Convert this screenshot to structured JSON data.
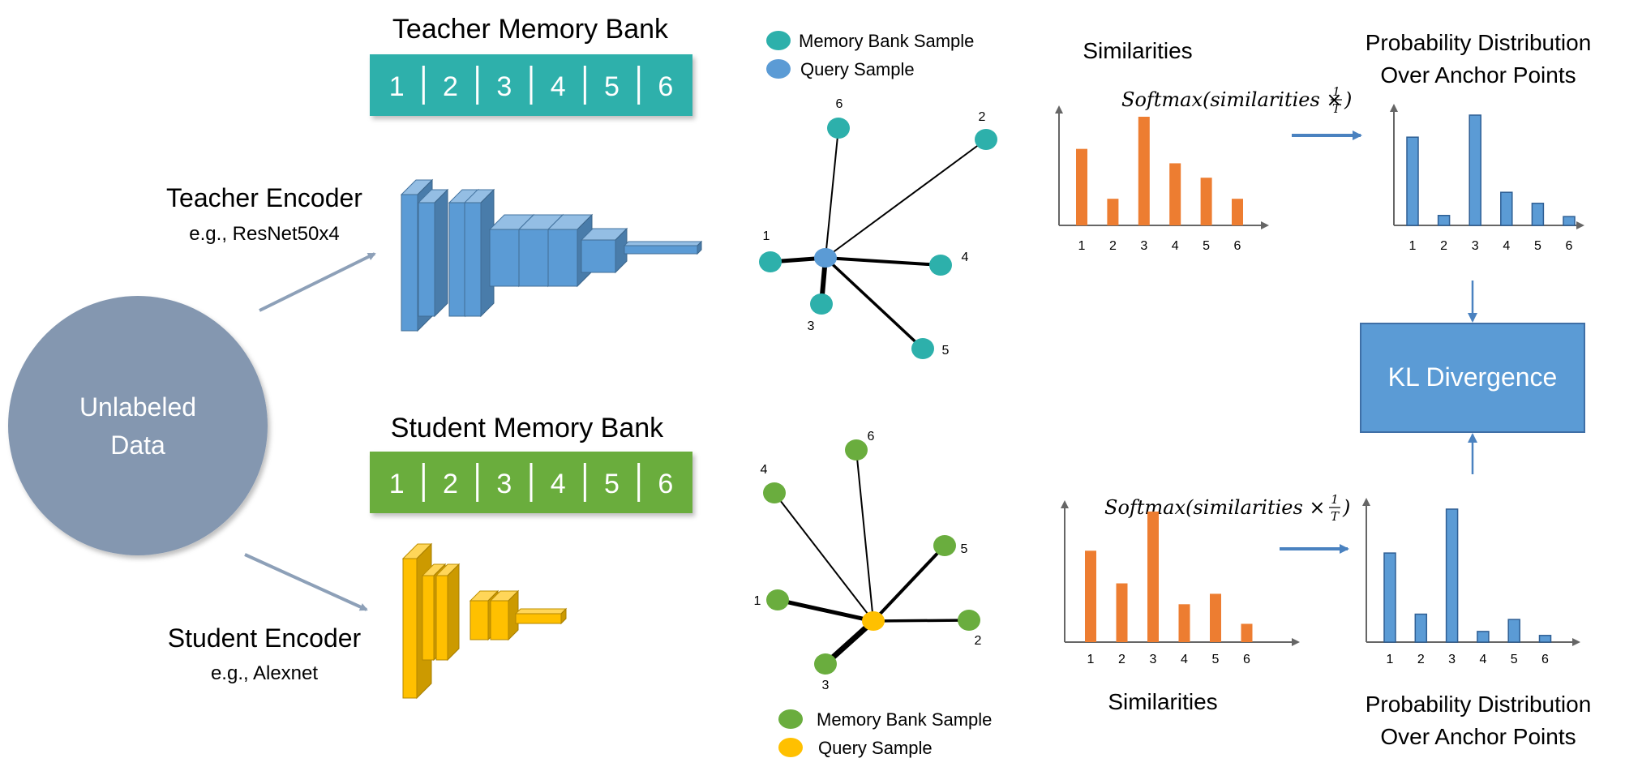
{
  "colors": {
    "teal": "#2db0ab",
    "green": "#6aad3e",
    "blue": "#5b9bd5",
    "orange": "#ed7d31",
    "yellow": "#ffc000",
    "slate": "#8497b0",
    "arrow": "#8da0b8"
  },
  "teacher_bank": {
    "title": "Teacher Memory Bank",
    "cells": [
      "1",
      "2",
      "3",
      "4",
      "5",
      "6"
    ]
  },
  "student_bank": {
    "title": "Student Memory Bank",
    "cells": [
      "1",
      "2",
      "3",
      "4",
      "5",
      "6"
    ]
  },
  "teacher_encoder": {
    "title": "Teacher Encoder",
    "example": "e.g., ResNet50x4"
  },
  "student_encoder": {
    "title": "Student Encoder",
    "example": "e.g., Alexnet"
  },
  "data_node": {
    "line1": "Unlabeled",
    "line2": "Data"
  },
  "teacher_legend": {
    "memory": "Memory Bank Sample",
    "query": "Query Sample"
  },
  "student_legend": {
    "memory": "Memory Bank Sample",
    "query": "Query Sample"
  },
  "teacher_graph": {
    "labels": [
      "1",
      "2",
      "3",
      "4",
      "5",
      "6"
    ]
  },
  "student_graph": {
    "labels": [
      "1",
      "2",
      "3",
      "4",
      "5",
      "6"
    ]
  },
  "softmax": {
    "prefix": "Softmax(similarities × ",
    "num": "1",
    "den": "T",
    "suffix": ")"
  },
  "labels": {
    "similarities_top": "Similarities",
    "similarities_bottom": "Similarities",
    "prob_top_line1": "Probability Distribution",
    "prob_top_line2": "Over Anchor Points",
    "prob_bottom_line1": "Probability Distribution",
    "prob_bottom_line2": "Over Anchor Points",
    "kl": "KL Divergence"
  },
  "chart_data": [
    {
      "id": "teacher-similarities",
      "type": "bar",
      "categories": [
        "1",
        "2",
        "3",
        "4",
        "5",
        "6"
      ],
      "values": [
        0.69,
        0.24,
        0.98,
        0.56,
        0.43,
        0.24
      ],
      "title": "Similarities",
      "color": "#ed7d31"
    },
    {
      "id": "teacher-probability",
      "type": "bar",
      "categories": [
        "1",
        "2",
        "3",
        "4",
        "5",
        "6"
      ],
      "values": [
        0.8,
        0.09,
        1.0,
        0.3,
        0.2,
        0.08
      ],
      "title": "Probability Distribution Over Anchor Points",
      "color": "#5b9bd5"
    },
    {
      "id": "student-similarities",
      "type": "bar",
      "categories": [
        "1",
        "2",
        "3",
        "4",
        "5",
        "6"
      ],
      "values": [
        0.7,
        0.45,
        1.0,
        0.29,
        0.37,
        0.14
      ],
      "title": "Similarities",
      "color": "#ed7d31"
    },
    {
      "id": "student-probability",
      "type": "bar",
      "categories": [
        "1",
        "2",
        "3",
        "4",
        "5",
        "6"
      ],
      "values": [
        0.67,
        0.21,
        1.0,
        0.08,
        0.17,
        0.05
      ],
      "title": "Probability Distribution Over Anchor Points",
      "color": "#5b9bd5"
    }
  ]
}
